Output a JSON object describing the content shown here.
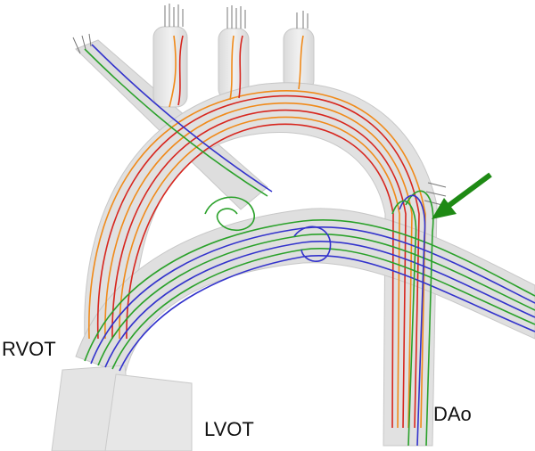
{
  "labels": {
    "rvot": "RVOT",
    "lvot": "LVOT",
    "dao": "DAo"
  },
  "colors": {
    "vessel_fill": "#c9c9c9",
    "vessel_edge": "#9a9a9a",
    "streamline_red": "#d7261e",
    "streamline_orange": "#f08a1a",
    "streamline_green": "#2aa12a",
    "streamline_blue": "#3333cc",
    "arrow_green": "#1e8a14",
    "velocity_vector": "#777777"
  },
  "icons": {
    "indicator": "green-arrow-icon"
  }
}
